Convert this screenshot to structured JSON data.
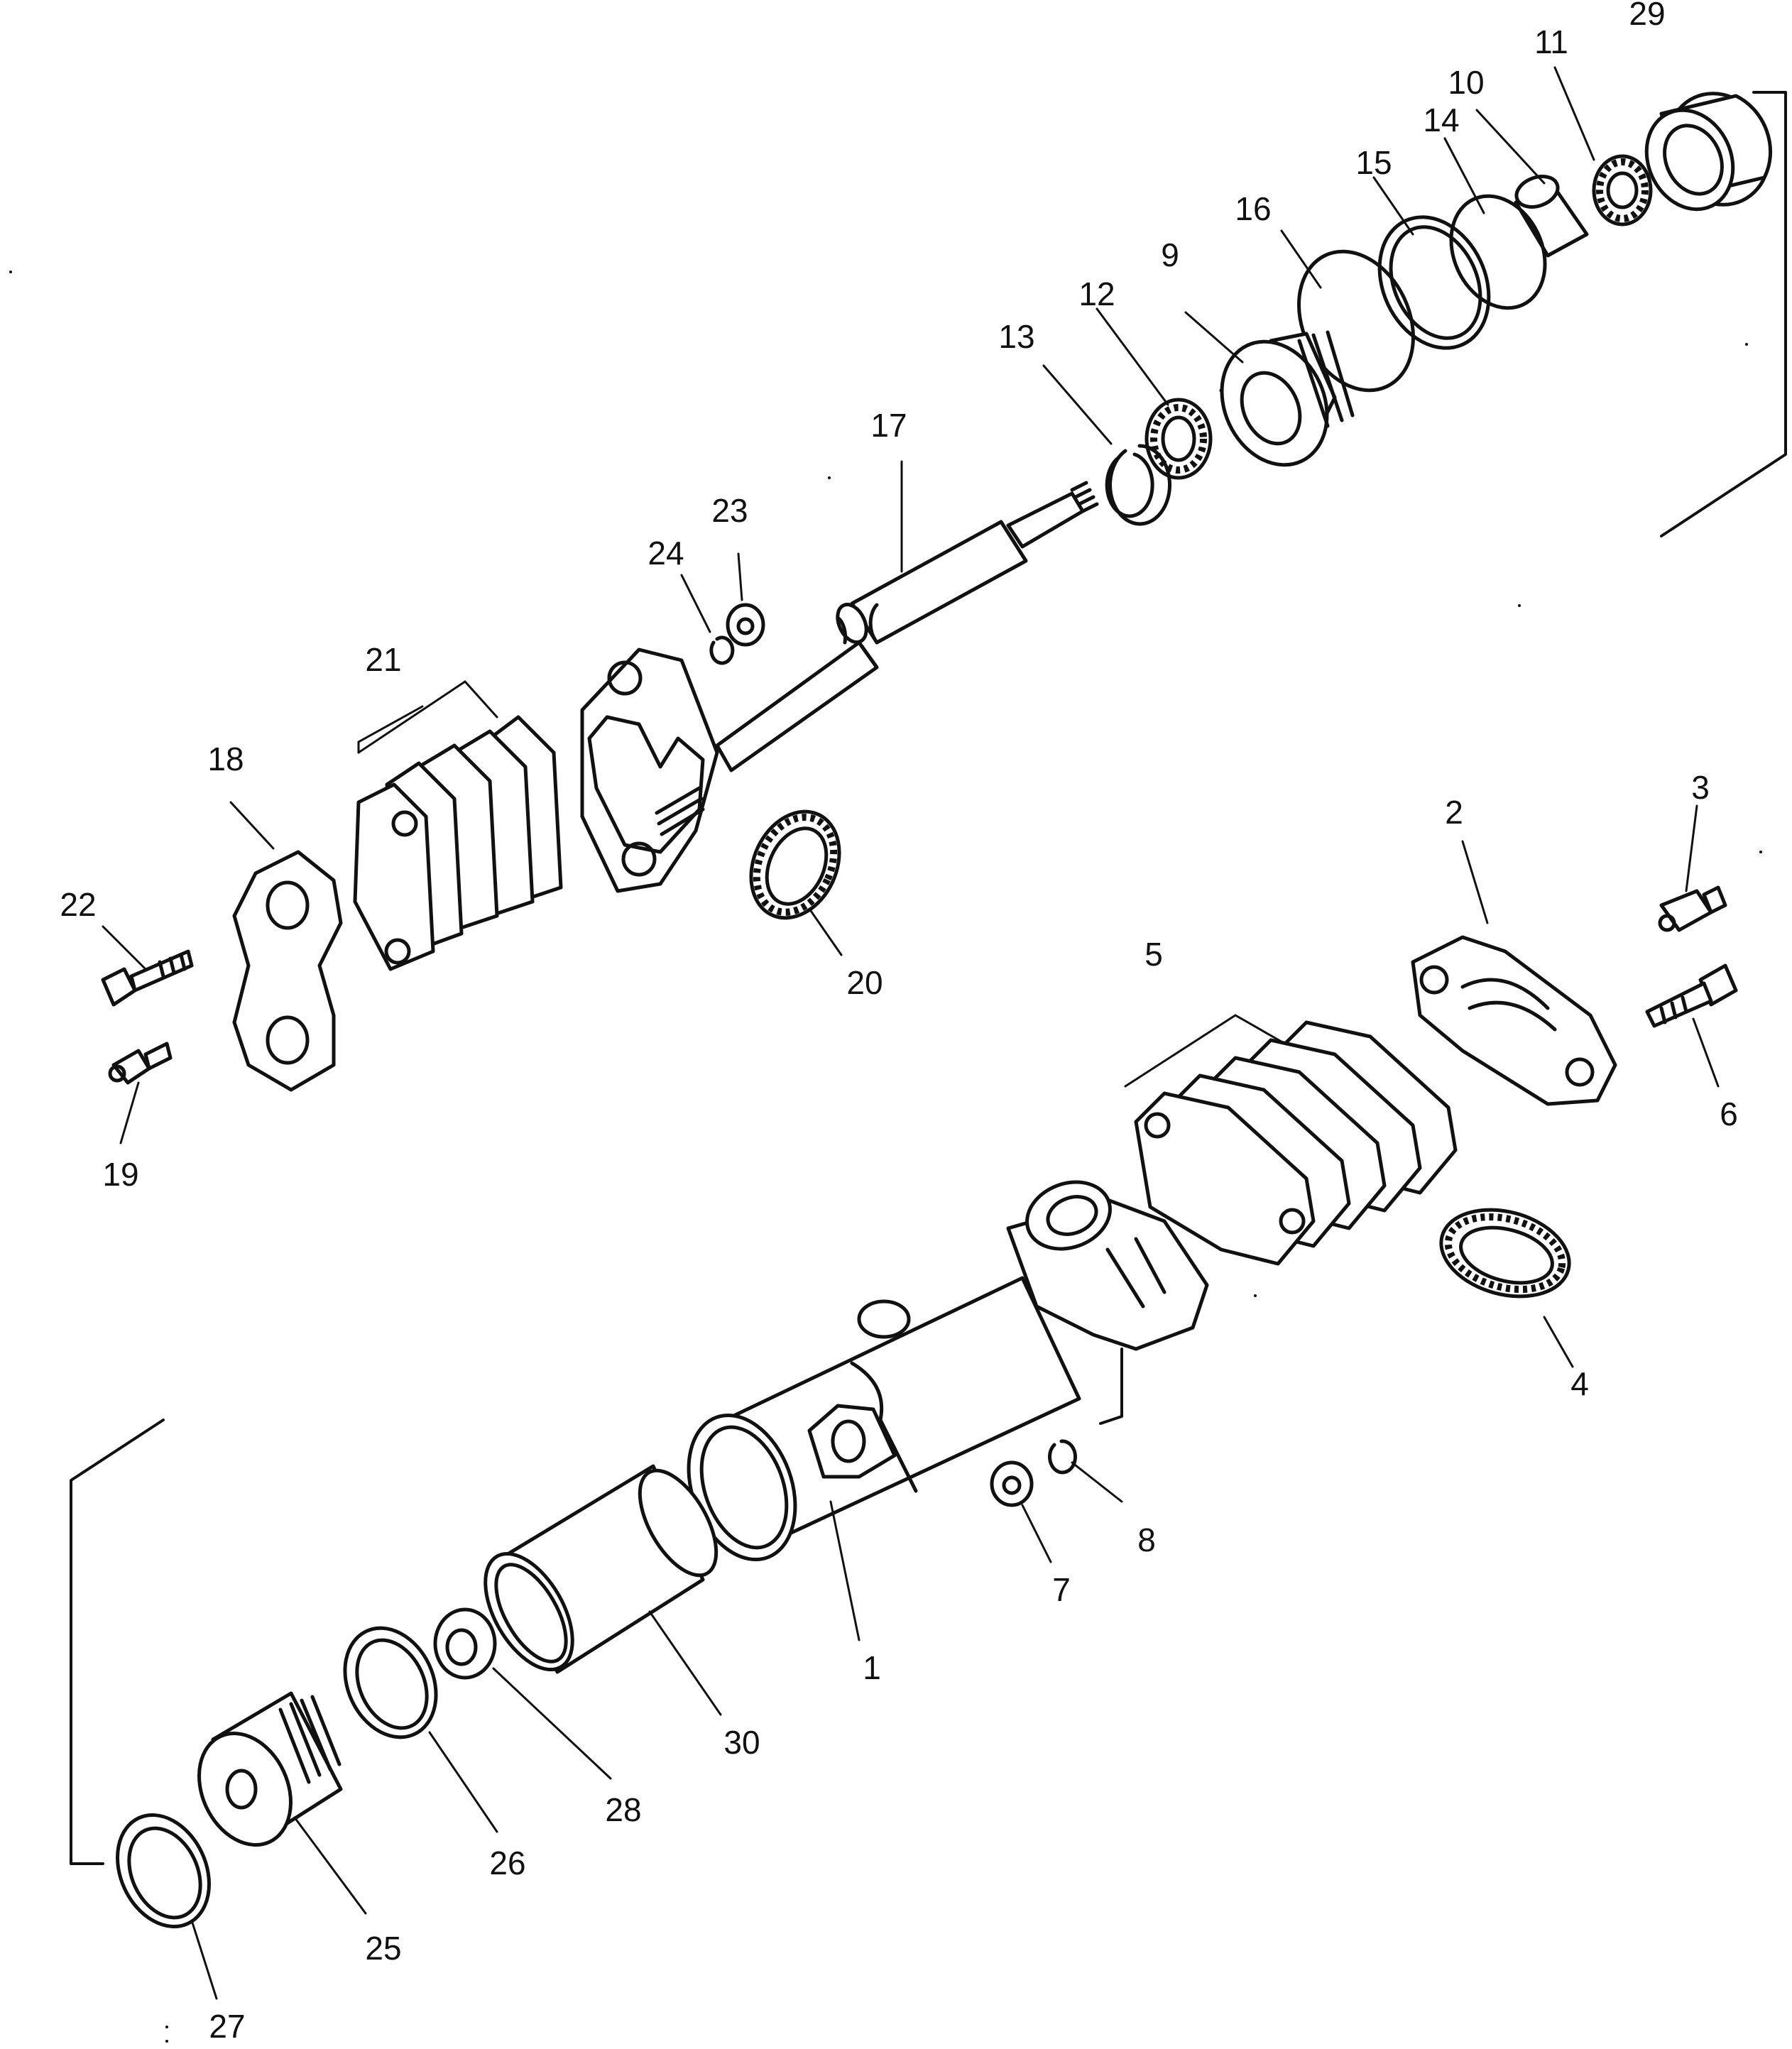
{
  "diagram": {
    "type": "exploded-parts-view",
    "callouts": [
      "1",
      "2",
      "3",
      "4",
      "5",
      "6",
      "7",
      "8",
      "9",
      "10",
      "11",
      "12",
      "13",
      "14",
      "15",
      "16",
      "17",
      "18",
      "19",
      "20",
      "21",
      "22",
      "23",
      "24",
      "25",
      "26",
      "27",
      "28",
      "29",
      "30"
    ]
  }
}
